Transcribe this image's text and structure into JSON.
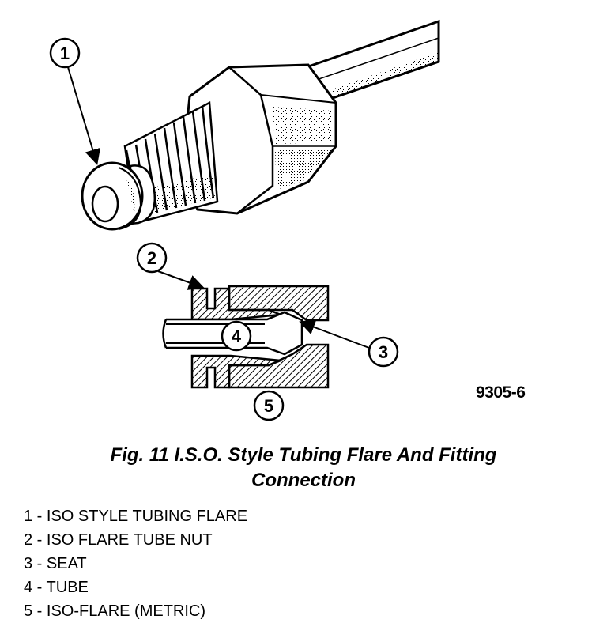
{
  "figure": {
    "code": "9305-6",
    "callouts": [
      "1",
      "2",
      "3",
      "4",
      "5"
    ]
  },
  "caption": {
    "line1": "Fig. 11 I.S.O. Style Tubing Flare And Fitting",
    "line2": "Connection"
  },
  "legend": [
    "1 - ISO STYLE TUBING FLARE",
    "2 - ISO FLARE TUBE NUT",
    "3 - SEAT",
    "4 - TUBE",
    "5 - ISO-FLARE (METRIC)"
  ]
}
